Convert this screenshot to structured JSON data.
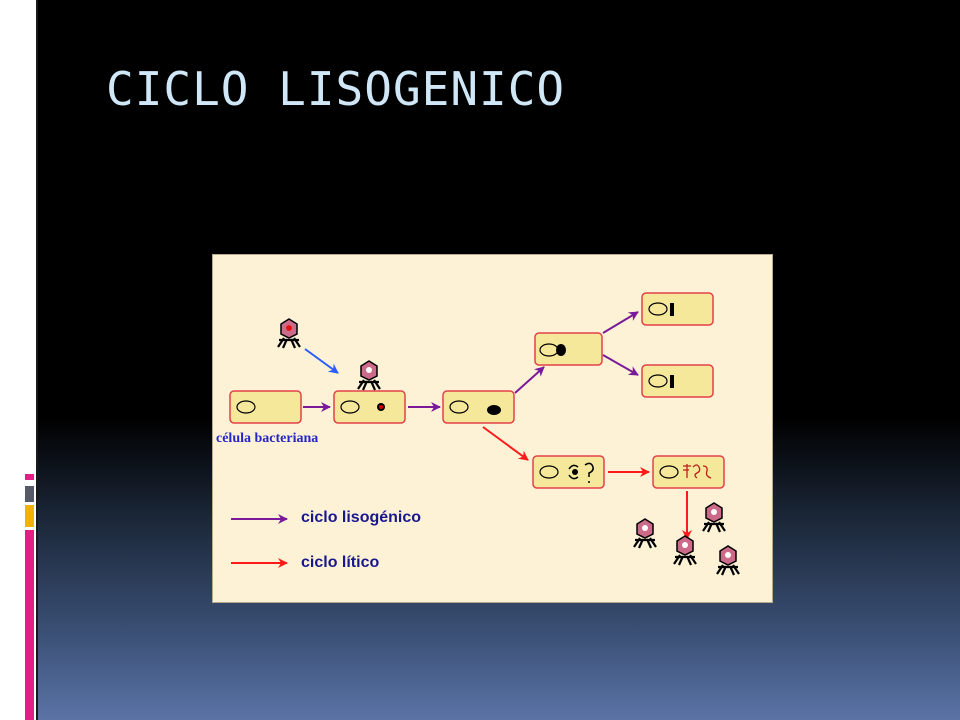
{
  "slide": {
    "title": "CICLO LISOGENICO"
  },
  "diagram": {
    "cell_label": "célula bacteriana",
    "legend": [
      {
        "label": "ciclo lisogénico",
        "color": "#7a1a99"
      },
      {
        "label": "ciclo lítico",
        "color": "#ff1a1a"
      }
    ]
  },
  "colors": {
    "title": "#cfe7f7",
    "figure_background": "#fdf2d6",
    "cell_fill": "#f6e89a",
    "cell_border": "#e3404a",
    "lysogenic_arrow": "#7a1a99",
    "lytic_arrow": "#ff1a1a",
    "infection_arrow": "#2a5cff",
    "deco_bars": [
      "#e51e86",
      "#555a66",
      "#f0b400",
      "#e51e86"
    ]
  }
}
